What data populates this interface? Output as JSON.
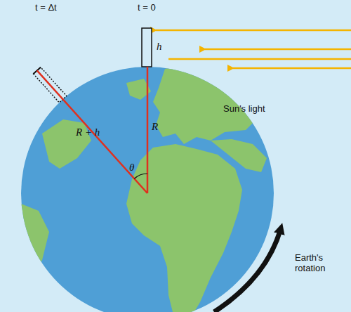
{
  "diagram": {
    "labels": [
      "t = 0",
      "t = Δt",
      "h",
      "Sun's light",
      "R + h",
      "R",
      "θ",
      "Earth's rotation"
    ]
  }
}
